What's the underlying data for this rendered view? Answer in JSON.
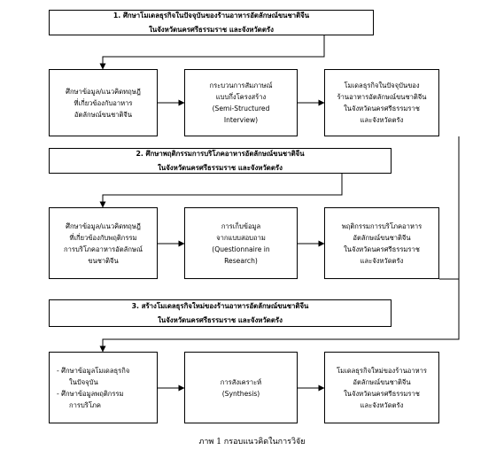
{
  "phase1": {
    "header": [
      "1. ศึกษาโมเดลธุรกิจในปัจจุบันของร้านอาหารอัตลักษณ์ขนชาติจีน",
      "ในจังหวัดนครศรีธรรมราช และจังหวัดตรัง"
    ],
    "input": [
      "ศึกษาข้อมูล/แนวคิดทฤษฎี",
      "ที่เกี่ยวข้องกับอาหาร",
      "อัตลักษณ์ขนชาติจีน"
    ],
    "method": [
      "กระบวนการสัมภาษณ์",
      "แบบกึ่งโครงสร้าง",
      "(Semi-Structured",
      "Interview)"
    ],
    "output": [
      "โมเดลธุรกิจในปัจจุบันของ",
      "ร้านอาหารอัตลักษณ์ขนชาติจีน",
      "ในจังหวัดนครศรีธรรมราช",
      "และจังหวัดตรัง"
    ]
  },
  "phase2": {
    "header": [
      "2. ศึกษาพฤติกรรมการบริโภคอาหารอัตลักษณ์ขนชาติจีน",
      "ในจังหวัดนครศรีธรรมราช และจังหวัดตรัง"
    ],
    "input": [
      "ศึกษาข้อมูล/แนวคิดทฤษฎี",
      "ที่เกี่ยวข้องกับพฤติกรรม",
      "การบริโภคอาหารอัตลักษณ์",
      "ขนชาติจีน"
    ],
    "method": [
      "การเก็บข้อมูล",
      "จากแบบสอบถาม",
      "(Questionnaire in",
      "Research)"
    ],
    "output": [
      "พฤติกรรมการบริโภคอาหาร",
      "อัตลักษณ์ขนชาติจีน",
      "ในจังหวัดนครศรีธรรมราช",
      "และจังหวัดตรัง"
    ]
  },
  "phase3": {
    "header": [
      "3. สร้างโมเดลธุรกิจใหม่ของร้านอาหารอัตลักษณ์ขนชาติจีน",
      "ในจังหวัดนครศรีธรรมราช และจังหวัดตรัง"
    ],
    "input": [
      "- ศึกษาข้อมูลโมเดลธุรกิจ",
      "ในปัจจุบัน",
      "- ศึกษาข้อมูลพฤติกรรม",
      "การบริโภค"
    ],
    "method": [
      "การสังเคราะห์",
      "(Synthesis)"
    ],
    "output": [
      "โมเดลธุรกิจใหม่ของร้านอาหาร",
      "อัตลักษณ์ขนชาติจีน",
      "ในจังหวัดนครศรีธรรมราช",
      "และจังหวัดตรัง"
    ]
  },
  "caption": "ภาพ 1 กรอบแนวคิดในการวิจัย"
}
